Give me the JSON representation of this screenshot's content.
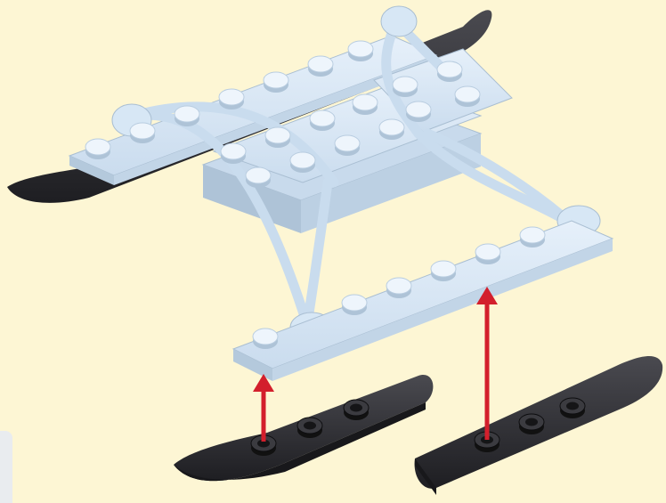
{
  "scene": {
    "kind": "building-instruction-step",
    "colors": {
      "background": "#fdf6d4",
      "plate": "#d7e7f5",
      "plate_shade": "#b4c9dc",
      "ski": "#2f2f33",
      "arrow": "#d31f2c"
    },
    "parts": [
      {
        "name": "sled-frame",
        "color": "light-blue"
      },
      {
        "name": "ski-left",
        "color": "black",
        "studs": 3
      },
      {
        "name": "ski-right",
        "color": "black",
        "studs": 3
      }
    ],
    "arrows": [
      {
        "name": "attach-arrow-left",
        "direction": "up"
      },
      {
        "name": "attach-arrow-right",
        "direction": "up"
      }
    ]
  }
}
